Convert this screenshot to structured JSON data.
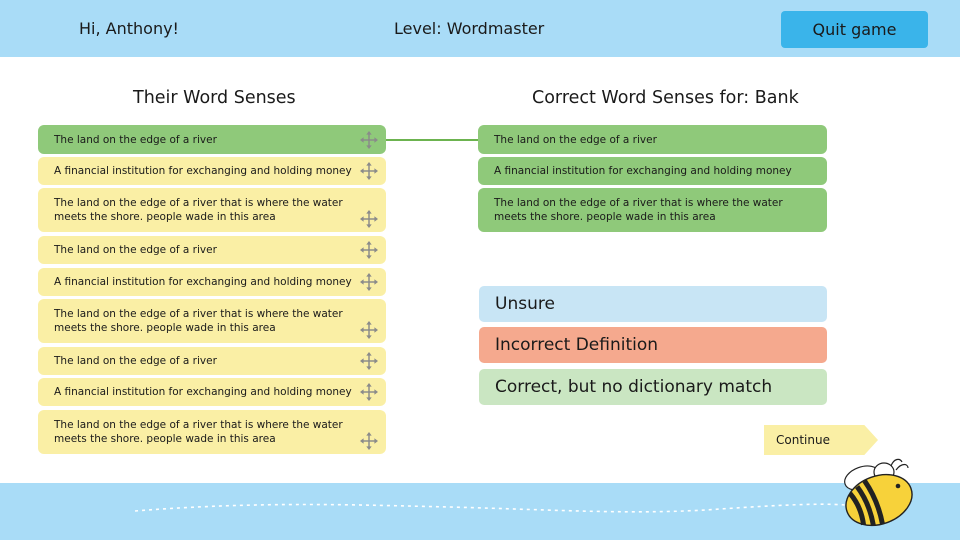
{
  "header": {
    "greeting": "Hi, Anthony!",
    "level": "Level: Wordmaster",
    "quit_label": "Quit game"
  },
  "left_column": {
    "title": "Their Word Senses",
    "items": [
      {
        "text": "The land on the edge of a river",
        "state": "matched"
      },
      {
        "text": "A financial institution for exchanging and holding money",
        "state": "unmatched"
      },
      {
        "text": "The land on the edge of a river that is where the water meets the shore. people wade in this area",
        "state": "unmatched"
      },
      {
        "text": "The land on the edge of a river",
        "state": "unmatched"
      },
      {
        "text": "A financial institution for exchanging and holding money",
        "state": "unmatched"
      },
      {
        "text": "The land on the edge of a river that is where the water meets the shore. people wade in this area",
        "state": "unmatched"
      },
      {
        "text": "The land on the edge of a river",
        "state": "unmatched"
      },
      {
        "text": "A financial institution for exchanging and holding money",
        "state": "unmatched"
      },
      {
        "text": "The land on the edge of a river that is where the water meets the shore. people wade in this area",
        "state": "unmatched"
      }
    ]
  },
  "right_column": {
    "title_prefix": "Correct Word Senses for:",
    "word": "Bank",
    "items": [
      {
        "text": "The land on the edge of a river"
      },
      {
        "text": "A financial institution for exchanging and holding money"
      },
      {
        "text": "The land on the edge of a river that is where the water meets the shore. people wade in this area"
      }
    ]
  },
  "choices": {
    "unsure": "Unsure",
    "incorrect": "Incorrect Definition",
    "correct_no_match": "Correct, but no dictionary match"
  },
  "continue_label": "Continue",
  "colors": {
    "header_bg": "#a9dcf7",
    "quit_button": "#3ab4ea",
    "matched_sense": "#8fc97a",
    "unmatched_sense": "#faefa5",
    "unsure": "#c8e5f5",
    "incorrect": "#f5a98e",
    "correct": "#cae6c2"
  },
  "icons": {
    "drag_handle": "move-arrows-icon",
    "mascot": "bee-icon"
  }
}
